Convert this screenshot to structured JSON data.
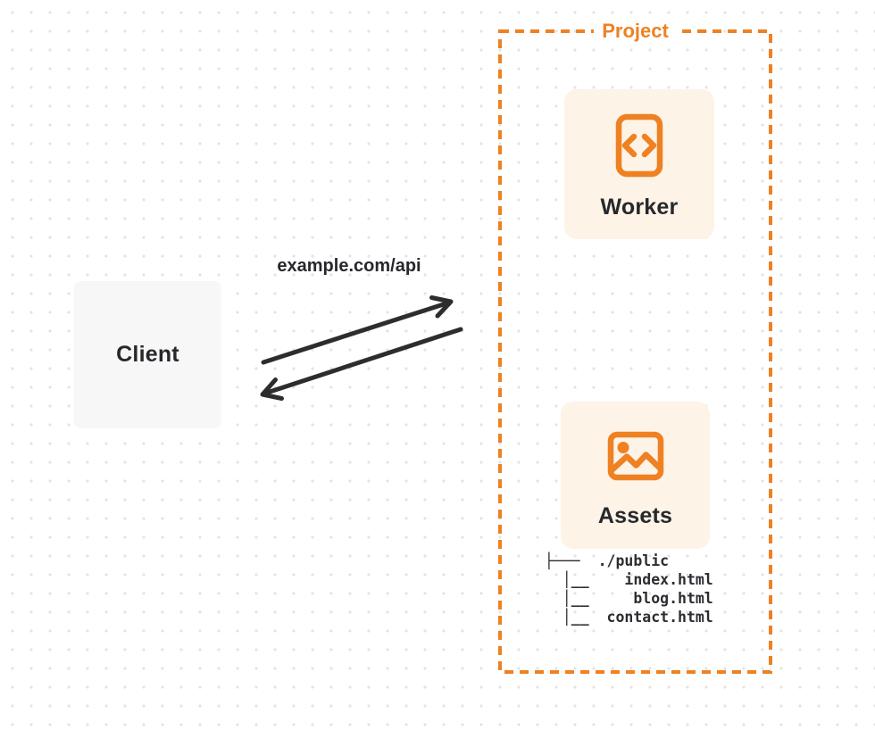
{
  "colors": {
    "accent": "#EE8122",
    "peach": "#FDF3E7",
    "client-bg": "#F7F7F7",
    "ink": "#26282C",
    "arrow-ink": "#2D2D2D",
    "dot": "#E3E3E3"
  },
  "diagram": {
    "client": {
      "label": "Client"
    },
    "request": {
      "url_label": "example.com/api"
    },
    "project": {
      "label": "Project",
      "worker": {
        "label": "Worker",
        "icon": "code-document-icon"
      },
      "assets": {
        "label": "Assets",
        "icon": "image-icon",
        "tree": {
          "lines": [
            "├───  ./public",
            "  │__    index.html",
            "  │__     blog.html",
            "  │__  contact.html"
          ]
        }
      }
    }
  }
}
